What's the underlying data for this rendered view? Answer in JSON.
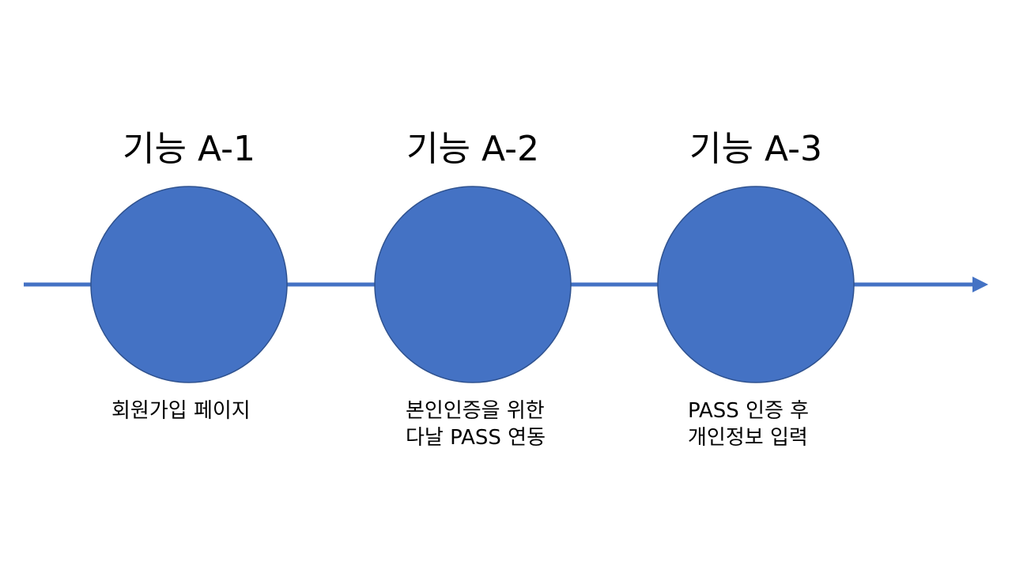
{
  "diagram": {
    "accent_color": "#4472C4",
    "node_outline_color": "#2F528F",
    "stages": [
      {
        "title": "기능 A-1",
        "description": "회원가입 페이지"
      },
      {
        "title": "기능 A-2",
        "description": "본인인증을 위한\n다날 PASS 연동"
      },
      {
        "title": "기능 A-3",
        "description": "PASS 인증 후\n개인정보 입력"
      }
    ]
  }
}
